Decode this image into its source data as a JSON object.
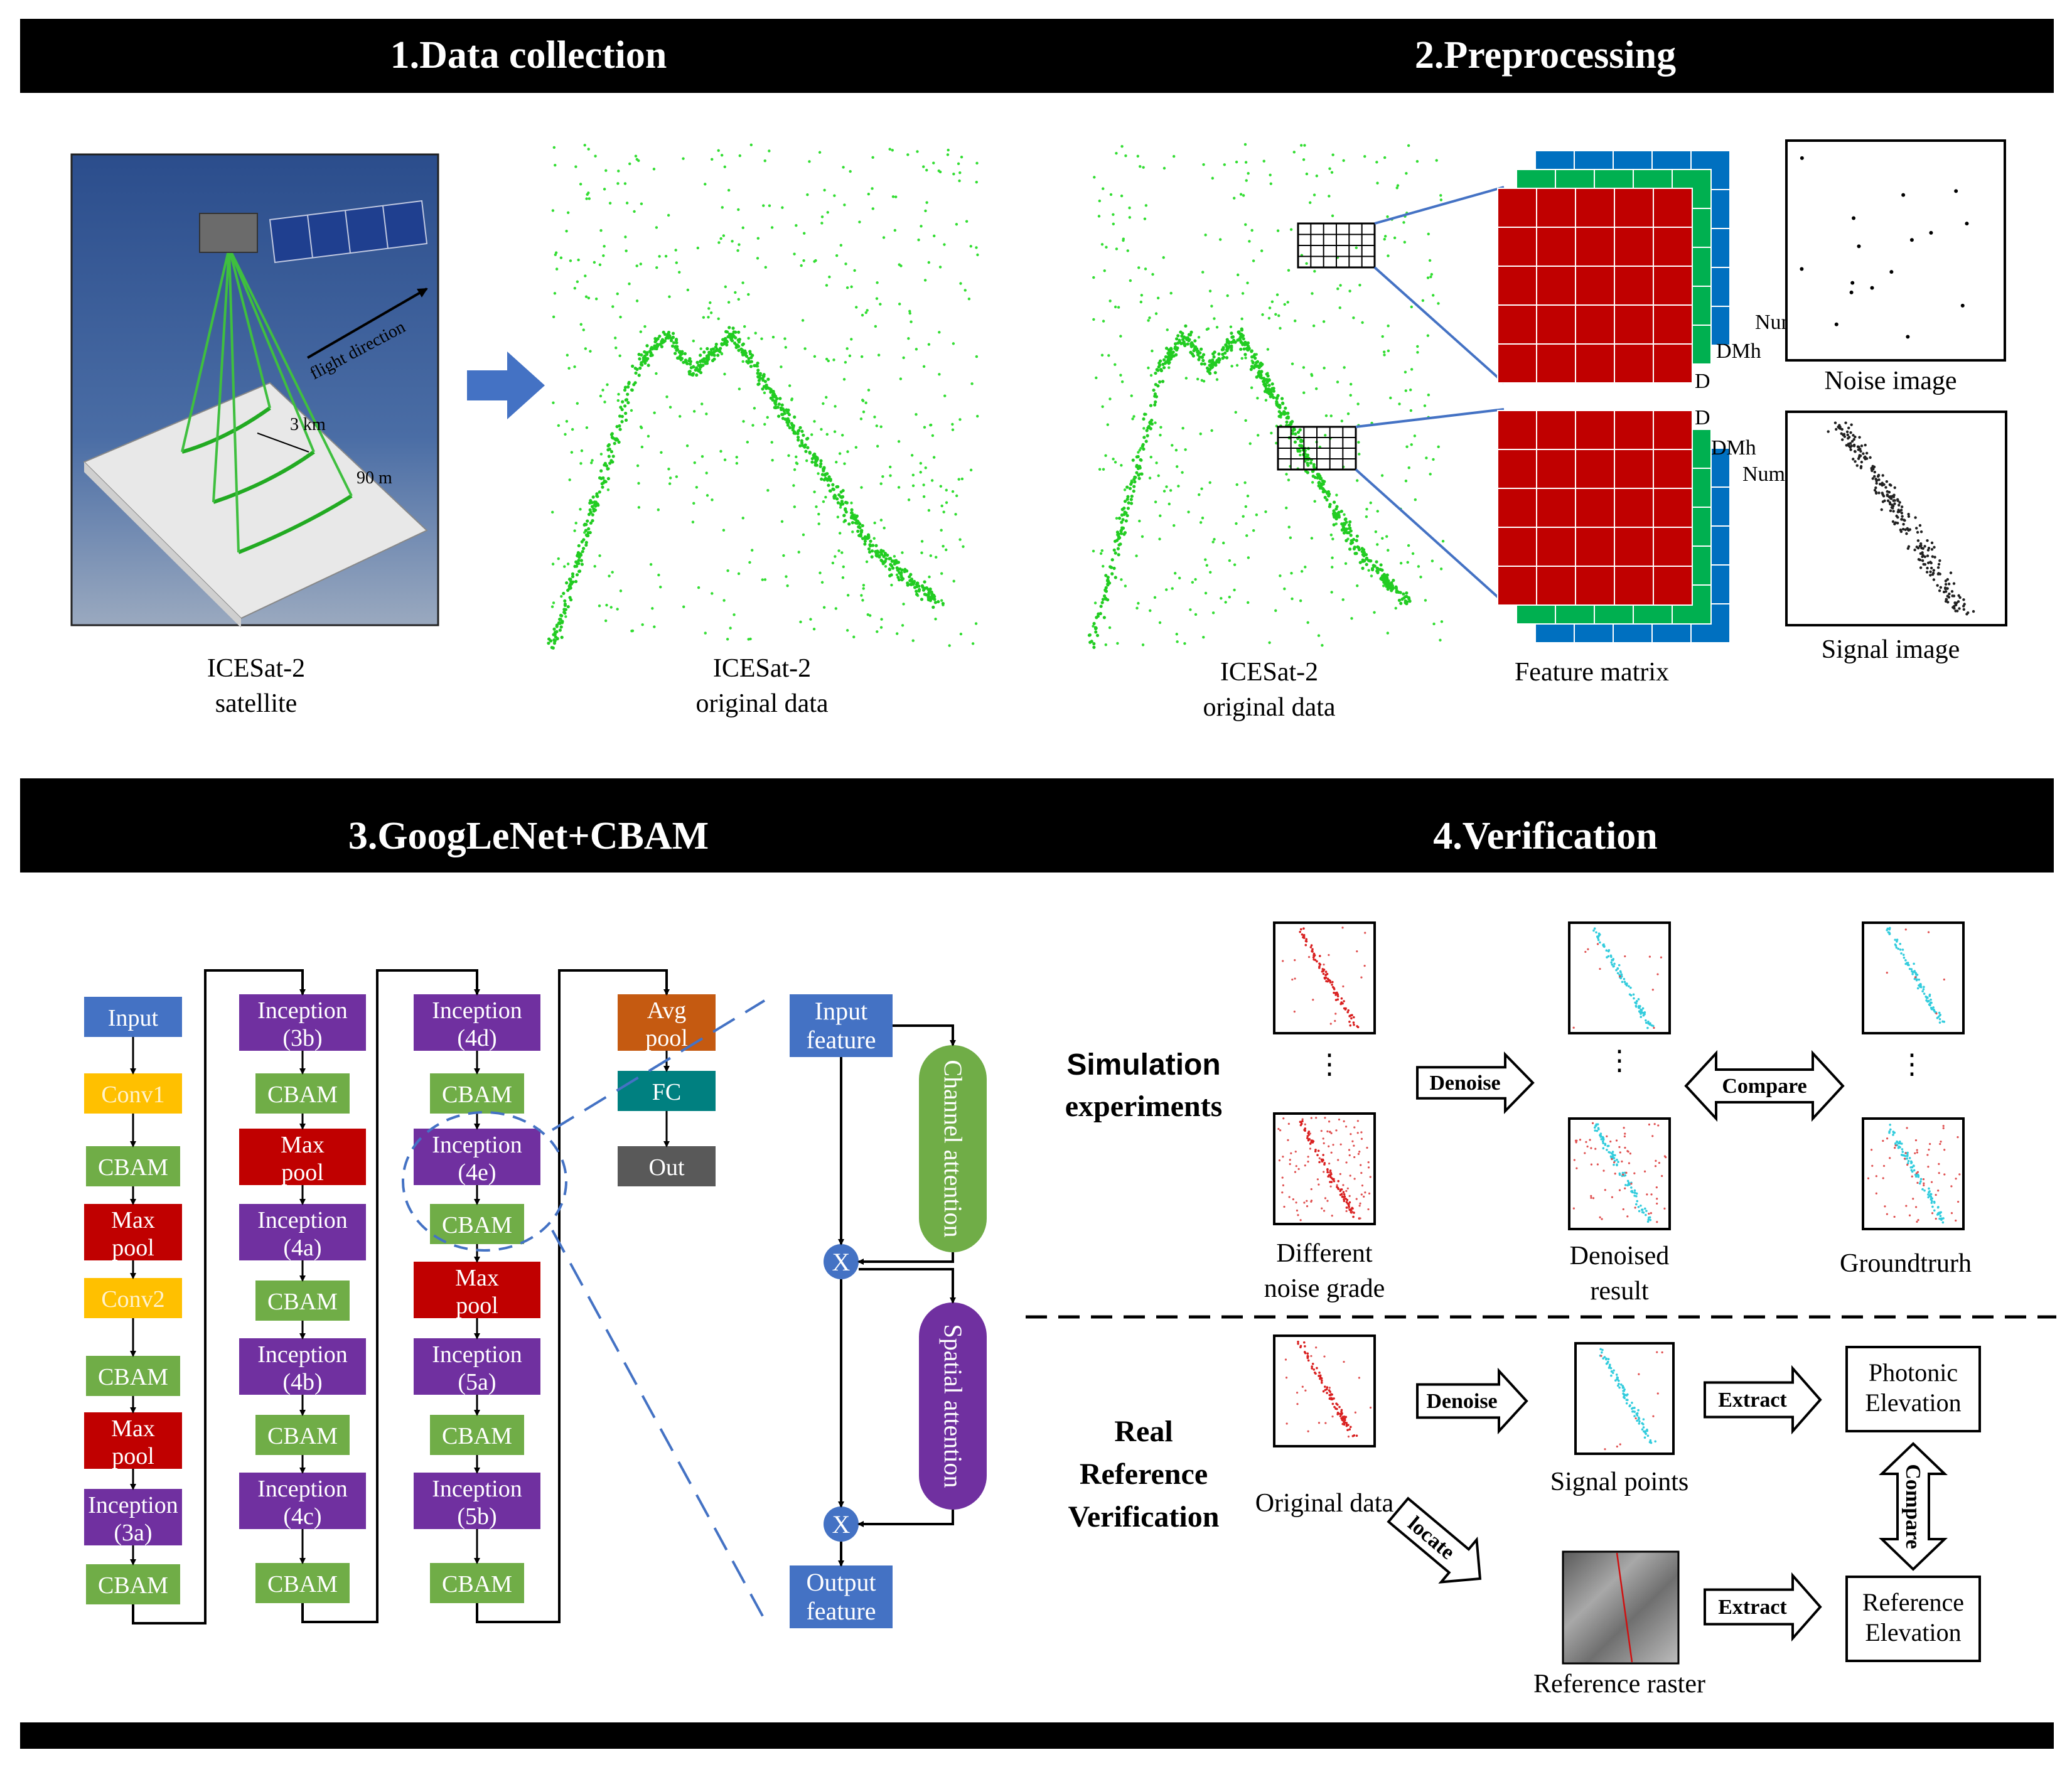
{
  "panels": {
    "p1": "1.Data collection",
    "p2": "2.Preprocessing",
    "p3": "3.GoogLeNet+CBAM",
    "p4": "4.Verification"
  },
  "data_collection": {
    "satellite_caption": [
      "ICESat-2",
      "satellite"
    ],
    "data_caption": [
      "ICESat-2",
      "original data"
    ],
    "flight_direction": "flight direction",
    "width_3km": "3 km",
    "width_90m": "90 m"
  },
  "preprocessing": {
    "data_caption": [
      "ICESat-2",
      "original data"
    ],
    "feature_matrix": "Feature matrix",
    "noise_image": "Noise image",
    "signal_image": "Signal image",
    "layer_num": "Num",
    "layer_dmh": "DMh",
    "layer_d": "D"
  },
  "network": {
    "col1": [
      {
        "label": "Input",
        "color": "#4472c4"
      },
      {
        "label": "Conv1",
        "color": "#ffc000"
      },
      {
        "label": "CBAM",
        "color": "#70ad47"
      },
      {
        "label": "Max pool",
        "color": "#c00000"
      },
      {
        "label": "Conv2",
        "color": "#ffc000"
      },
      {
        "label": "CBAM",
        "color": "#70ad47"
      },
      {
        "label": "Max pool",
        "color": "#c00000"
      },
      {
        "label": "Inception (3a)",
        "color": "#7030a0"
      },
      {
        "label": "CBAM",
        "color": "#70ad47"
      }
    ],
    "col2": [
      {
        "label": "Inception (3b)",
        "color": "#7030a0"
      },
      {
        "label": "CBAM",
        "color": "#70ad47"
      },
      {
        "label": "Max pool",
        "color": "#c00000"
      },
      {
        "label": "Inception (4a)",
        "color": "#7030a0"
      },
      {
        "label": "CBAM",
        "color": "#70ad47"
      },
      {
        "label": "Inception (4b)",
        "color": "#7030a0"
      },
      {
        "label": "CBAM",
        "color": "#70ad47"
      },
      {
        "label": "Inception (4c)",
        "color": "#7030a0"
      },
      {
        "label": "CBAM",
        "color": "#70ad47"
      }
    ],
    "col3": [
      {
        "label": "Inception (4d)",
        "color": "#7030a0"
      },
      {
        "label": "CBAM",
        "color": "#70ad47"
      },
      {
        "label": "Inception (4e)",
        "color": "#7030a0"
      },
      {
        "label": "CBAM",
        "color": "#70ad47"
      },
      {
        "label": "Max pool",
        "color": "#c00000"
      },
      {
        "label": "Inception (5a)",
        "color": "#7030a0"
      },
      {
        "label": "CBAM",
        "color": "#70ad47"
      },
      {
        "label": "Inception (5b)",
        "color": "#7030a0"
      },
      {
        "label": "CBAM",
        "color": "#70ad47"
      }
    ],
    "col4": [
      {
        "label": "Avg pool",
        "color": "#c55a11"
      },
      {
        "label": "FC",
        "color": "#008080"
      },
      {
        "label": "Out",
        "color": "#595959"
      }
    ],
    "cbam": {
      "input_feature": "Input feature",
      "output_feature": "Output feature",
      "channel_attention": "Channel attention",
      "spatial_attention": "Spatial attention",
      "multiply": "X"
    }
  },
  "verification": {
    "simulation_label": [
      "Simulation",
      "experiments"
    ],
    "real_label": [
      "Real",
      "Reference",
      "Verification"
    ],
    "denoise": "Denoise",
    "compare": "Compare",
    "extract": "Extract",
    "locate": "locate",
    "ellipsis": "⋮",
    "different_noise": [
      "Different",
      "noise grade"
    ],
    "denoised_result": [
      "Denoised",
      "result"
    ],
    "groundtruth": "Groundtrurh",
    "original_data": "Original data",
    "signal_points": "Signal points",
    "reference_raster": "Reference raster",
    "photonic_elevation": [
      "Photonic",
      "Elevation"
    ],
    "reference_elevation": [
      "Reference",
      "Elevation"
    ]
  }
}
